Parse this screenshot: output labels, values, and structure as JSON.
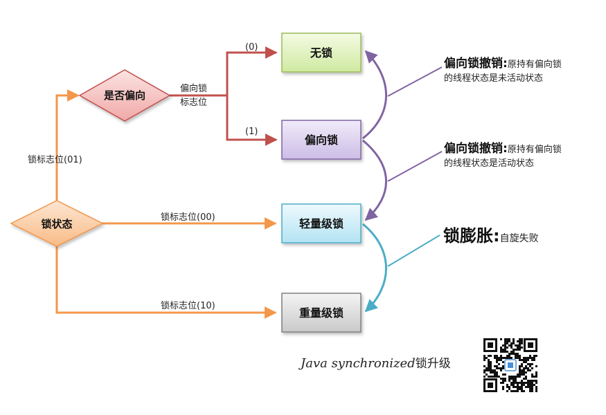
{
  "nodes": {
    "lock_state": "锁状态",
    "is_biased": "是否偏向",
    "no_lock": "无锁",
    "biased_lock": "偏向锁",
    "lightweight_lock": "轻量级锁",
    "heavyweight_lock": "重量级锁"
  },
  "edges": {
    "to_is_biased": "锁标志位(01)",
    "biased_flag_line1": "偏向锁",
    "biased_flag_line2": "标志位",
    "zero": "(0)",
    "one": "(1)",
    "to_lightweight": "锁标志位(00)",
    "to_heavyweight": "锁标志位(10)"
  },
  "notes": [
    {
      "title": "偏向锁撤销:",
      "line1": "原持有偏向锁",
      "line2": "的线程状态是未活动状态"
    },
    {
      "title": "偏向锁撤销:",
      "line1": "原持有偏向锁",
      "line2": "的线程状态是活动状态"
    },
    {
      "title": "锁膨胀:",
      "line1": "自旋失败",
      "line2": ""
    }
  ],
  "caption": {
    "italic": "Java synchronized",
    "rest": "锁升级"
  },
  "colors": {
    "orange": "#f3974a",
    "red_line": "#c0504d",
    "purple_line": "#8064a2",
    "teal_line": "#4bacc6"
  },
  "icons": {
    "qr": "qr-code-icon"
  }
}
